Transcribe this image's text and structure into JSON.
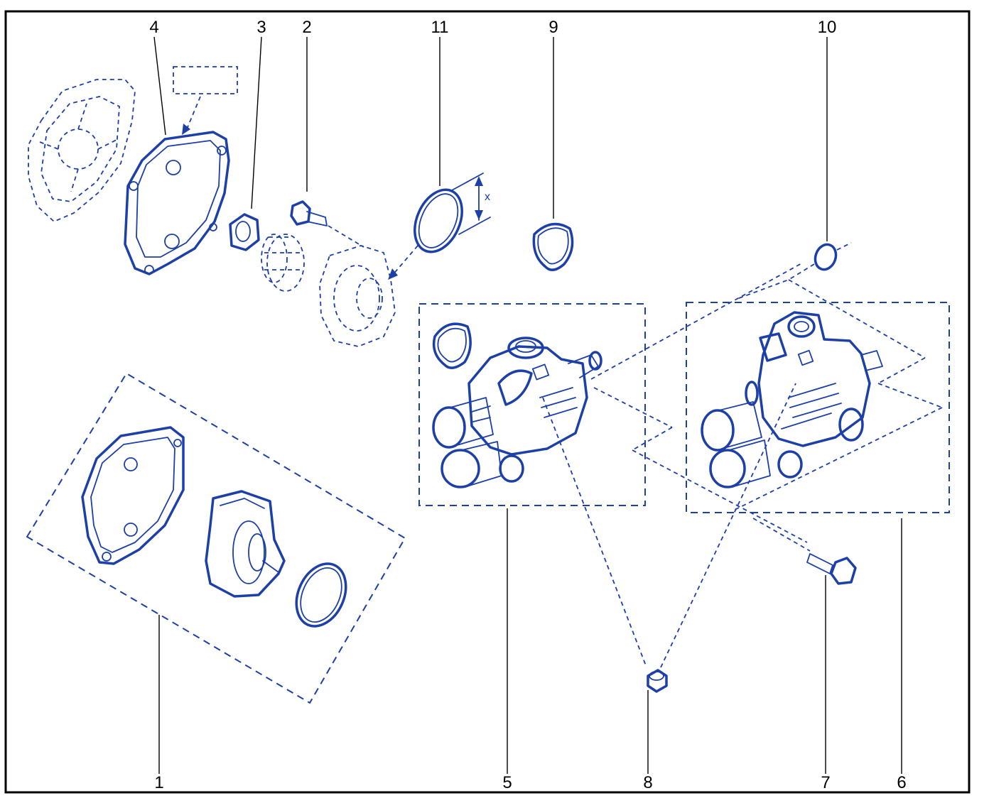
{
  "diagram": {
    "frame_color": "#000000",
    "line_color": "#1c3fa8",
    "callouts": [
      "1",
      "2",
      "3",
      "4",
      "5",
      "6",
      "7",
      "8",
      "9",
      "10",
      "11"
    ],
    "dimension_label": "x",
    "parts": [
      {
        "id": "water-pump-kit",
        "callout": "1"
      },
      {
        "id": "bolt",
        "callout": "2"
      },
      {
        "id": "nut",
        "callout": "3"
      },
      {
        "id": "pump-gasket",
        "callout": "4"
      },
      {
        "id": "thermostat-housing-a",
        "callout": "5"
      },
      {
        "id": "thermostat-housing-b",
        "callout": "6"
      },
      {
        "id": "housing-bolt",
        "callout": "7"
      },
      {
        "id": "plug",
        "callout": "8"
      },
      {
        "id": "housing-seal",
        "callout": "9"
      },
      {
        "id": "o-ring-small",
        "callout": "10"
      },
      {
        "id": "o-ring-large",
        "callout": "11"
      }
    ]
  }
}
